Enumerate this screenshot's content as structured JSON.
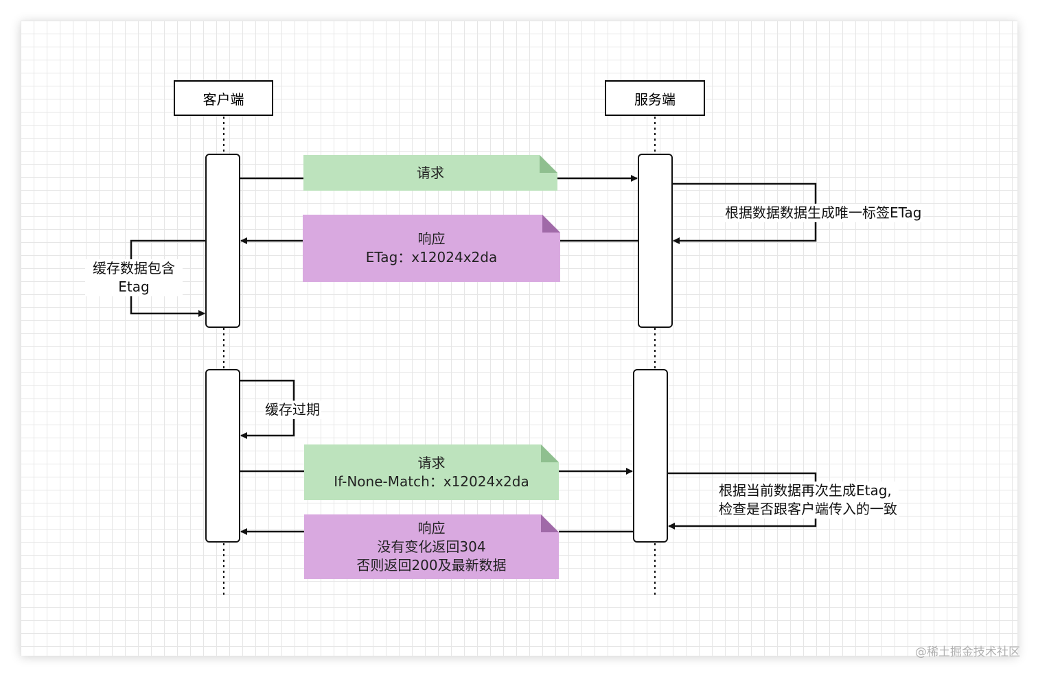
{
  "actors": {
    "client": "客户端",
    "server": "服务端"
  },
  "notes": {
    "request1": [
      "请求"
    ],
    "response1": [
      "响应",
      "ETag：x12024x2da"
    ],
    "request2": [
      "请求",
      "If-None-Match：x12024x2da"
    ],
    "response2": [
      "响应",
      "没有变化返回304",
      "否则返回200及最新数据"
    ]
  },
  "self_messages": {
    "generate_etag": "根据数据数据生成唯一标签ETag",
    "cache_etag": "缓存数据包含\nEtag",
    "cache_expired": "缓存过期",
    "check_etag": "根据当前数据再次生成Etag,\n检查是否跟客户端传入的一致"
  },
  "colors": {
    "request_note": "#bde3bd",
    "response_note": "#d9a9e0",
    "line": "#111111"
  },
  "watermark": "@稀土掘金技术社区"
}
